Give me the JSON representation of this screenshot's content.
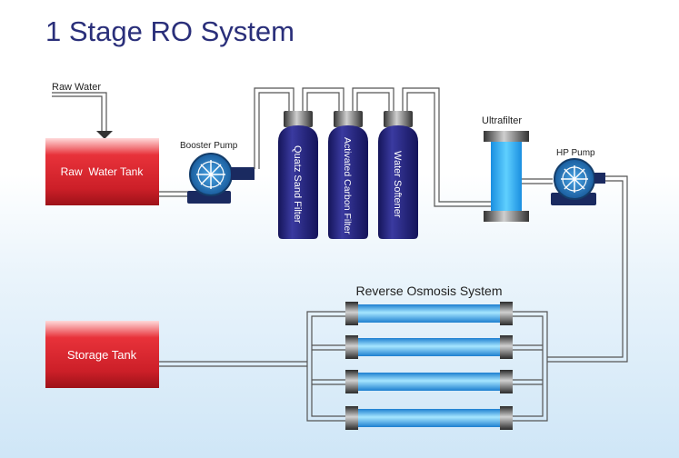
{
  "title": "1 Stage RO System",
  "labels": {
    "raw_water": "Raw Water",
    "raw_water_tank": "Raw  Water Tank",
    "booster_pump": "Booster Pump",
    "quartz_sand_filter": "Quatz Sand Filter",
    "activated_carbon_filter": "Activated Carbon Filter",
    "water_softener": "Water Softener",
    "ultrafilter": "Ultrafilter",
    "hp_pump": "HP Pump",
    "reverse_osmosis_system": "Reverse Osmosis System",
    "storage_tank": "Storage Tank"
  },
  "colors": {
    "title": "#2a2f7a",
    "tank_red": "#d8262e",
    "filter_navy": "#23237a",
    "pump_blue": "#1f6fb5",
    "membrane_blue": "#5ec6f2",
    "pipe": "#555555",
    "ultrafilter_blue": "#2aa9e8"
  }
}
